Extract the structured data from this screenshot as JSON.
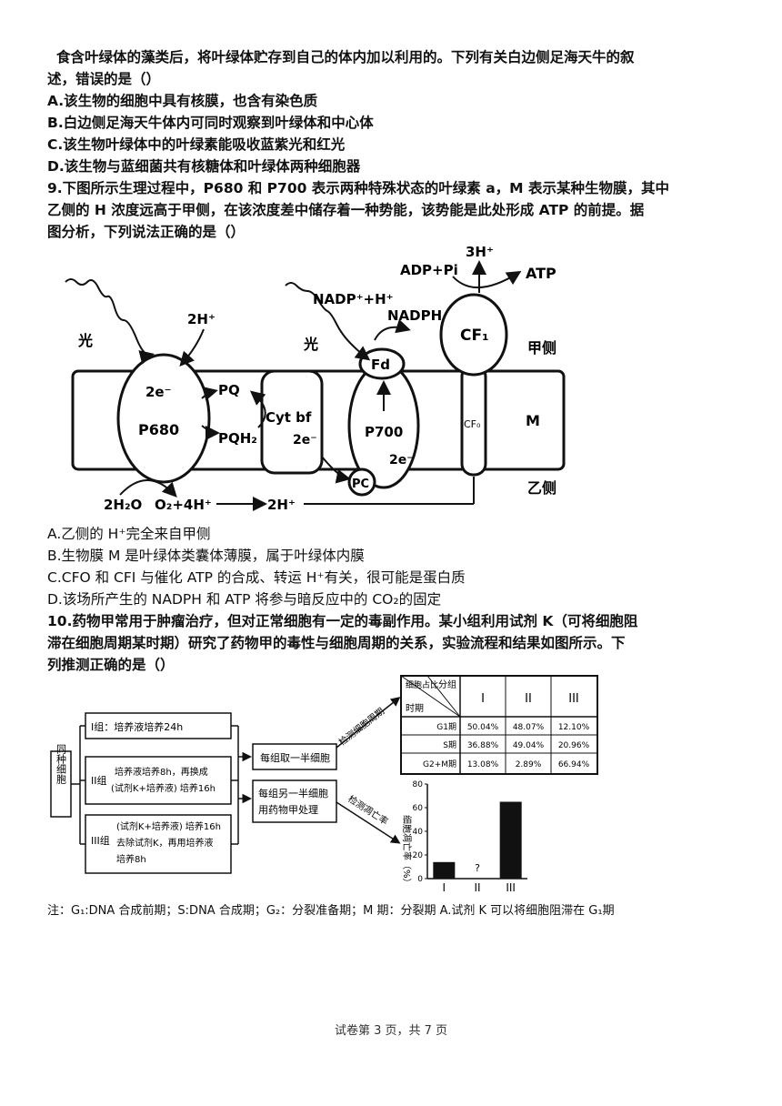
{
  "intro": {
    "line1": "食含叶绿体的藻类后，将叶绿体贮存到自己的体内加以利用的。下列有关白边侧足海天牛的叙",
    "line2": "述，错误的是（）"
  },
  "q8": {
    "options": [
      "A.该生物的细胞中具有核膜，也含有染色质",
      "B.白边侧足海天牛体内可同时观察到叶绿体和中心体",
      "C.该生物叶绿体中的叶绿素能吸收蓝紫光和红光",
      "D.该生物与蓝细菌共有核糖体和叶绿体两种细胞器"
    ]
  },
  "q9": {
    "stem1": "9.下图所示生理过程中，P680 和 P700 表示两种特殊状态的叶绿素 a，M 表示某种生物膜，其中",
    "stem2": "乙侧的 H 浓度远高于甲侧，在该浓度差中储存着一种势能，该势能是此处形成 ATP 的前提。据",
    "stem3": "图分析，下列说法正确的是（）",
    "diagram": {
      "light": "光",
      "h2_top": "2H⁺",
      "e2": "2e⁻",
      "p680": "P680",
      "pq": "PQ",
      "pqh2": "PQH₂",
      "cytbf": "Cyt bf",
      "e2b": "2e⁻",
      "pc": "PC",
      "light2": "光",
      "nadp_in": "NADP⁺+H⁺",
      "nadph": "NADPH",
      "fd": "Fd",
      "p700": "P700",
      "e2c": "2e⁻",
      "adp": "ADP+Pi",
      "atp": "ATP",
      "h3": "3H⁺",
      "cf1": "CF₁",
      "cf0": "CF₀",
      "side_top": "甲侧",
      "membrane": "M",
      "side_bottom": "乙侧",
      "h2o": "2H₂O",
      "o2": "O₂+4H⁺",
      "h2_bottom": "2H⁺"
    },
    "options": [
      "A.乙侧的 H⁺完全来自甲侧",
      "B.生物膜 M 是叶绿体类囊体薄膜，属于叶绿体内膜",
      "C.CFO 和 CFI 与催化 ATP 的合成、转运 H⁺有关，很可能是蛋白质",
      "D.该场所产生的 NADPH 和 ATP 将参与暗反应中的 CO₂的固定"
    ]
  },
  "q10": {
    "stem1": "10.药物甲常用于肿瘤治疗，但对正常细胞有一定的毒副作用。某小组利用试剂 K（可将细胞阻",
    "stem2": "滞在细胞周期某时期）研究了药物甲的毒性与细胞周期的关系，实验流程和结果如图所示。下",
    "stem3": "列推测正确的是（）",
    "flow": {
      "source": "同种细胞",
      "group1": "I组：培养液培养24h",
      "group2_a": "培养液培养8h，再换成",
      "group2_b": "(试剂K+培养液) 培养16h",
      "group2_label": "II组",
      "group3_a": "(试剂K+培养液) 培养16h",
      "group3_b": "去除试剂K，再用培养液",
      "group3_c": "培养8h",
      "group3_label": "III组",
      "half1": "每组取一半细胞",
      "half2_a": "每组另一半细胞",
      "half2_b": "用药物甲处理",
      "arrow1": "检测细胞周期",
      "arrow2": "检测凋亡率"
    },
    "table": {
      "corner_top": "分组",
      "corner_mid": "细胞占比",
      "corner_bottom": "时期",
      "headers": [
        "I",
        "II",
        "III"
      ],
      "rows": [
        {
          "phase": "G1期",
          "values": [
            "50.04%",
            "48.07%",
            "12.10%"
          ]
        },
        {
          "phase": "S期",
          "values": [
            "36.88%",
            "49.04%",
            "20.96%"
          ]
        },
        {
          "phase": "G2+M期",
          "values": [
            "13.08%",
            "2.89%",
            "66.94%"
          ]
        }
      ]
    },
    "chart_data": {
      "type": "bar",
      "categories": [
        "I",
        "II",
        "III"
      ],
      "values": [
        14,
        null,
        65
      ],
      "unknown_label": "?",
      "ylabel": "细胞凋亡率（%）",
      "ylim": [
        0,
        80
      ],
      "yticks": [
        "0",
        "20",
        "40",
        "60",
        "80"
      ]
    }
  },
  "note": "注：G₁:DNA 合成前期；S:DNA 合成期；G₂：分裂准备期；M 期：分裂期 A.试剂 K 可以将细胞阻滞在 G₁期",
  "footer": "试卷第 3 页，共 7 页"
}
